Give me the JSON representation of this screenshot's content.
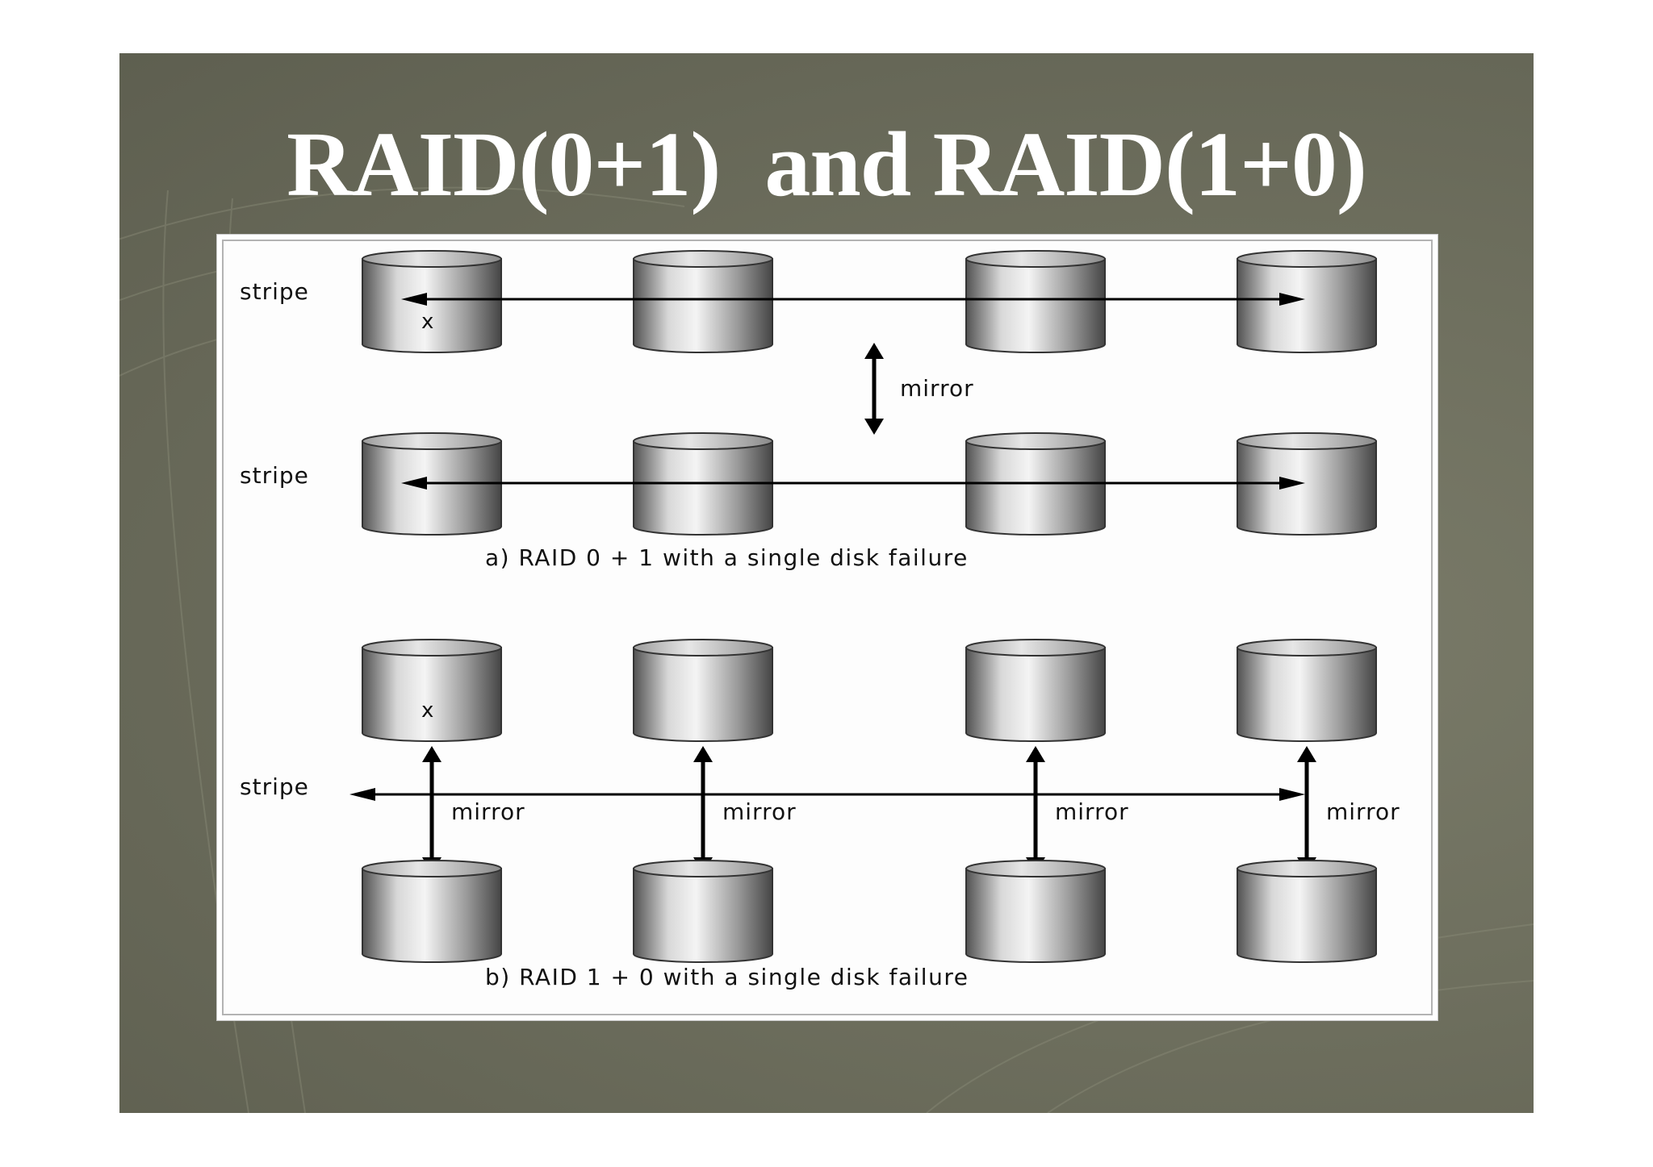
{
  "title": "RAID(0+1)  and RAID(1+0)",
  "figure": {
    "part_a": {
      "caption": "a) RAID 0 + 1 with a single disk failure",
      "stripe_labels": [
        "stripe",
        "stripe"
      ],
      "mirror_label": "mirror",
      "failed_disk_mark": "x"
    },
    "part_b": {
      "caption": "b) RAID 1 + 0 with a single disk failure",
      "stripe_label": "stripe",
      "mirror_labels": [
        "mirror",
        "mirror",
        "mirror",
        "mirror"
      ],
      "failed_disk_mark": "x"
    }
  },
  "colors": {
    "slide_background": "#6e6f5e",
    "title_text": "#ffffff",
    "panel_background": "#ffffff",
    "disk_dark": "#4a4a4a",
    "disk_light": "#f4f4f4",
    "arrow": "#000000"
  }
}
